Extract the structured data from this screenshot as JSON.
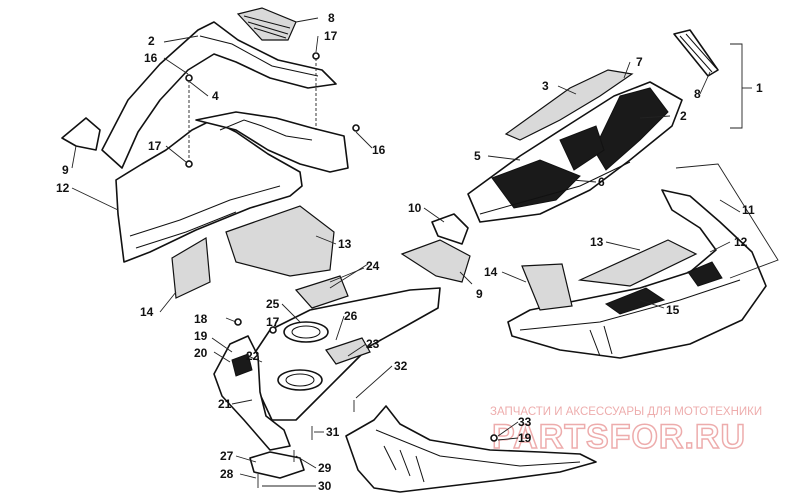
{
  "callouts": {
    "c1": "1",
    "c2a": "2",
    "c2b": "2",
    "c3": "3",
    "c4": "4",
    "c5": "5",
    "c6": "6",
    "c7": "7",
    "c8a": "8",
    "c8b": "8",
    "c9a": "9",
    "c9b": "9",
    "c10": "10",
    "c11": "11",
    "c12a": "12",
    "c12b": "12",
    "c13a": "13",
    "c13b": "13",
    "c14a": "14",
    "c14b": "14",
    "c15": "15",
    "c16a": "16",
    "c16b": "16",
    "c17a": "17",
    "c17b": "17",
    "c17c": "17",
    "c18": "18",
    "c19a": "19",
    "c19b": "19",
    "c20": "20",
    "c21": "21",
    "c22": "22",
    "c23": "23",
    "c24": "24",
    "c25": "25",
    "c26": "26",
    "c27": "27",
    "c28": "28",
    "c29": "29",
    "c30": "30",
    "c31": "31",
    "c32": "32",
    "c33": "33"
  },
  "watermark": {
    "subtitle": "ЗАПЧАСТИ И АКСЕССУАРЫ ДЛЯ МОТОТЕХНИКИ",
    "logo": "PARTSFOR.RU"
  },
  "colors": {
    "watermark": "#e06a6a",
    "ink": "#111111"
  }
}
